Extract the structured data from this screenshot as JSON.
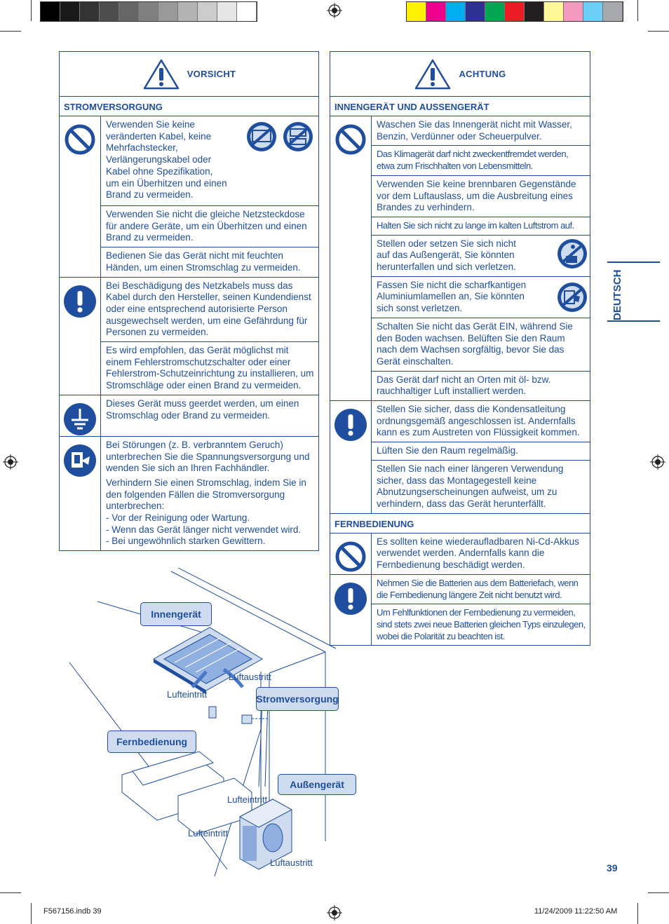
{
  "left_panel": {
    "header": "VORSICHT",
    "section": "STROMVERSORGUNG",
    "groups": [
      {
        "icon": "prohibition-icon",
        "texts": [
          "Verwenden Sie keine veränderten Kabel, keine Mehrfachstecker, Verlängerungskabel oder Kabel ohne Spezifikation, um ein Überhitzen und einen Brand zu vermeiden.",
          "Verwenden Sie nicht die gleiche Netzsteckdose für andere Geräte, um ein Überhitzen und einen Brand zu vermeiden.",
          "Bedienen Sie das Gerät nicht mit feuchten Händen, um einen Stromschlag zu vermeiden."
        ]
      },
      {
        "icon": "exclamation-icon",
        "texts": [
          "Bei Beschädigung des Netzkabels muss das Kabel durch den Hersteller, seinen Kundendienst oder eine entsprechend autorisierte Person ausgewechselt werden, um eine Gefährdung für Personen zu vermeiden.",
          "Es wird empfohlen, das Gerät möglichst mit einem Fehlerstromschutzschalter oder einer Fehlerstrom-Schutzeinrichtung zu installieren, um Stromschläge oder einen Brand zu vermeiden."
        ]
      },
      {
        "icon": "ground-icon",
        "texts": [
          "Dieses Gerät muss geerdet werden, um einen Stromschlag oder Brand zu vermeiden."
        ]
      },
      {
        "icon": "switch-off-icon",
        "texts": [
          "Bei Störungen (z. B. verbranntem Geruch) unterbrechen Sie die Spannungsversorgung und wenden Sie sich an Ihren Fachhändler.",
          "Verhindern Sie einen Stromschlag, indem Sie in den folgenden Fällen die Stromversorgung unterbrechen:",
          "- Vor der Reinigung oder Wartung.",
          "- Wenn das Gerät länger nicht verwendet wird.",
          "- Bei ungewöhnlich starken Gewittern."
        ]
      }
    ]
  },
  "right_panel": {
    "header": "ACHTUNG",
    "section1": "INNENGERÄT UND AUSSENGERÄT",
    "g1": [
      "Waschen Sie das Innengerät nicht mit Wasser, Benzin, Verdünner oder Scheuerpulver.",
      "Das Klimagerät darf nicht zweckentfremdet werden, etwa zum Frischhalten von Lebensmitteln.",
      "Verwenden Sie keine brennbaren Gegenstände vor dem Luftauslass, um die Ausbreitung eines Brandes zu verhindern.",
      "Halten Sie sich nicht zu lange im kalten Luftstrom auf.",
      "Stellen oder setzen Sie sich nicht auf das Außengerät, Sie könnten herunterfallen und sich verletzen.",
      "Fassen Sie nicht die scharfkantigen Aluminiumlamellen an, Sie könnten sich sonst verletzen.",
      "Schalten Sie nicht das Gerät EIN, während Sie den Boden wachsen. Belüften Sie den Raum nach dem Wachsen sorgfältig, bevor Sie das Gerät einschalten.",
      "Das Gerät darf nicht an Orten mit öl- bzw. rauchhaltiger Luft installiert werden."
    ],
    "g2": [
      "Stellen Sie sicher, dass die Kondensatleitung ordnungsgemäß angeschlossen ist. Andernfalls kann es zum Austreten von Flüssigkeit kommen.",
      "Lüften Sie den Raum regelmäßig.",
      "Stellen Sie nach einer längeren Verwendung sicher, dass das Montagegestell keine Abnutzungserscheinungen aufweist, um zu verhindern, dass das Gerät herunterfällt."
    ],
    "section2": "FERNBEDIENUNG",
    "g3": [
      "Es sollten keine wiederaufladbaren Ni-Cd-Akkus verwendet werden. Andernfalls kann die Fernbedienung beschädigt werden."
    ],
    "g4": [
      "Nehmen Sie die Batterien aus dem Batteriefach, wenn die Fernbedienung längere Zeit nicht benutzt wird.",
      "Um Fehlfunktionen der Fernbedienung zu vermeiden, sind stets zwei neue Batterien gleichen Typs einzulegen, wobei die Polarität zu beachten ist."
    ]
  },
  "side_tab": "DEUTSCH",
  "diagram": {
    "indoor": "Innengerät",
    "power": "Stromversorgung",
    "remote": "Fernbedienung",
    "outdoor": "Außengerät",
    "air_out_1": "Luftaustritt",
    "air_in_1": "Lufteintritt",
    "air_in_2": "Lufteintritt",
    "air_in_3": "Lufteintritt",
    "air_out_2": "Luftaustritt"
  },
  "page_number": "39",
  "footer_left": "F567156.indb   39",
  "footer_right": "11/24/2009   11:22:50 AM",
  "colors": {
    "primary": "#1f4e9e",
    "grays": [
      "#000000",
      "#1a1a1a",
      "#333333",
      "#4d4d4d",
      "#666666",
      "#808080",
      "#999999",
      "#b3b3b3",
      "#cccccc",
      "#e6e6e6",
      "#ffffff"
    ],
    "process": [
      "#fff200",
      "#ec008c",
      "#00aeef",
      "#2e3192",
      "#00a651",
      "#ed1c24",
      "#231f20",
      "#fff799",
      "#f49ac1",
      "#6dcff6",
      "#a7a9ac"
    ]
  }
}
